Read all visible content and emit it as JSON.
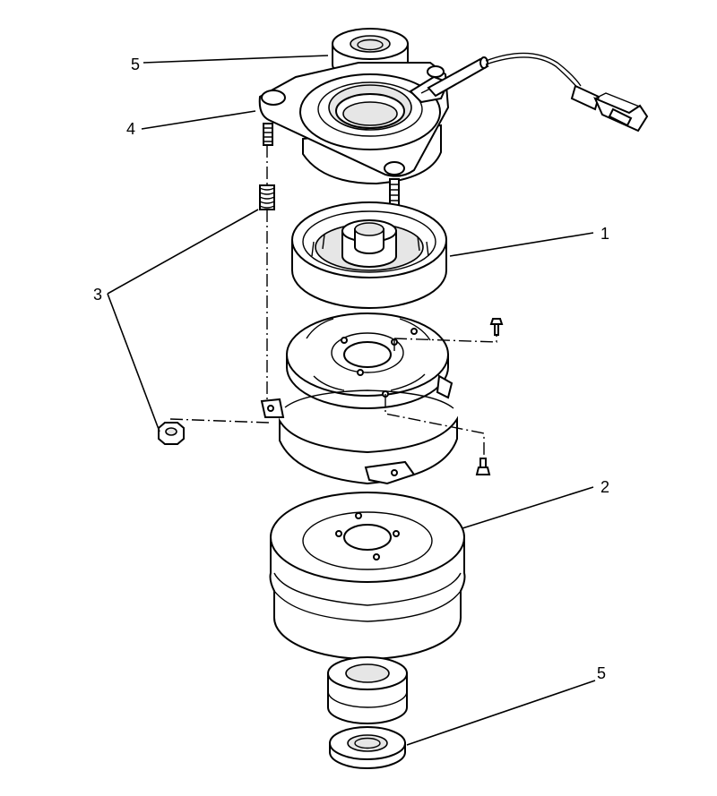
{
  "callouts": {
    "c5_top": "5",
    "c4": "4",
    "c3": "3",
    "c1": "1",
    "c2": "2",
    "c5_bottom": "5"
  },
  "colors": {
    "line": "#000000",
    "background": "#ffffff",
    "shade": "#e6e6e6"
  }
}
